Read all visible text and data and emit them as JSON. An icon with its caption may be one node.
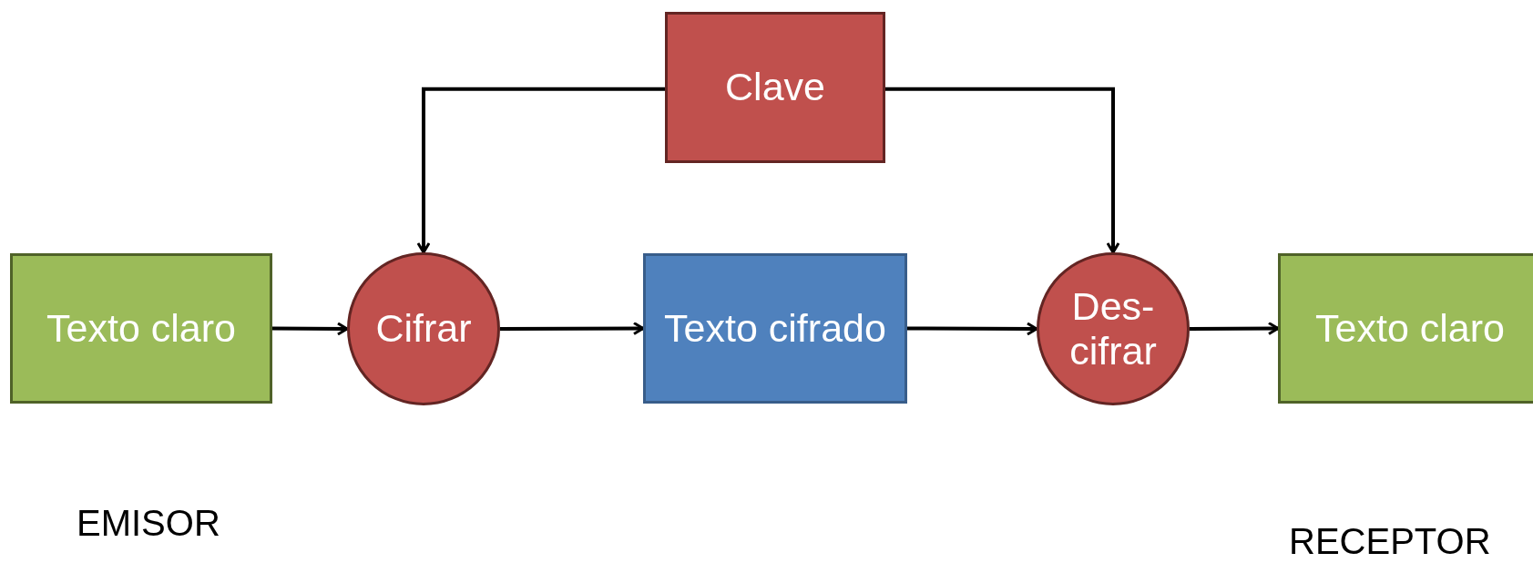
{
  "diagram": {
    "nodes": [
      {
        "text": [
          "Clave"
        ]
      },
      {
        "text": [
          "Texto claro"
        ]
      },
      {
        "text": [
          "Cifrar"
        ]
      },
      {
        "text": [
          "Texto cifrado"
        ]
      },
      {
        "text": [
          "Des- cifrar"
        ]
      },
      {
        "text": [
          "Texto claro"
        ]
      }
    ],
    "edges": [
      {
        "from": 1,
        "to": 2,
        "arrow": "to"
      },
      {
        "from": 2,
        "to": 3,
        "arrow": "to"
      },
      {
        "from": 3,
        "to": 4,
        "arrow": "to"
      },
      {
        "from": 4,
        "to": 5,
        "arrow": "to"
      },
      {
        "from": 0,
        "to": 2,
        "arrow": "to"
      },
      {
        "from": 0,
        "to": 4,
        "arrow": "to"
      }
    ],
    "labels": [
      "EMISOR",
      "RECEPTOR"
    ]
  }
}
